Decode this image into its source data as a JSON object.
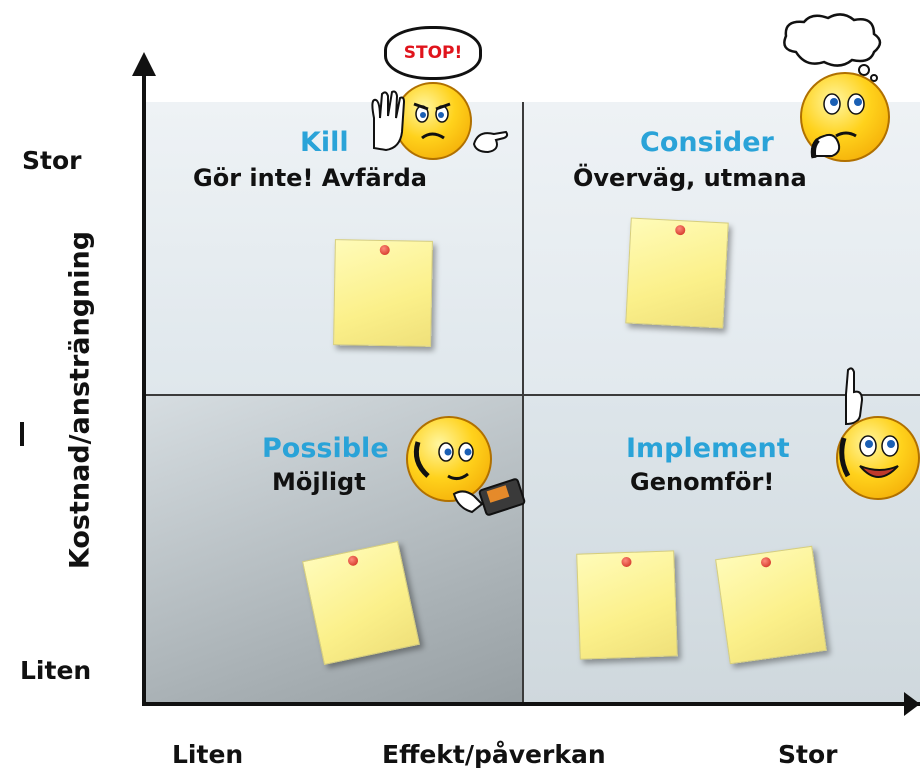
{
  "quadrants": {
    "kill": {
      "title": "Kill",
      "subtitle": "Gör inte! Avfärda"
    },
    "consider": {
      "title": "Consider",
      "subtitle": "Överväg, utmana"
    },
    "possible": {
      "title": "Possible",
      "subtitle": "Möjligt"
    },
    "implement": {
      "title": "Implement",
      "subtitle": "Genomför!"
    }
  },
  "axes": {
    "y_title": "Kostnad/ansträngning",
    "y_high": "Stor",
    "y_low": "Liten",
    "x_title": "Effekt/påverkan",
    "x_low": "Liten",
    "x_high": "Stor"
  },
  "stop_sign": "STOP!",
  "colors": {
    "accent_blue": "#2aa3d8",
    "note_yellow": "#fbf08a",
    "pin_red": "#c92416"
  },
  "icons": [
    "stop-smiley-icon",
    "thinking-smiley-icon",
    "phone-smiley-icon",
    "raised-hand-smiley-icon"
  ]
}
